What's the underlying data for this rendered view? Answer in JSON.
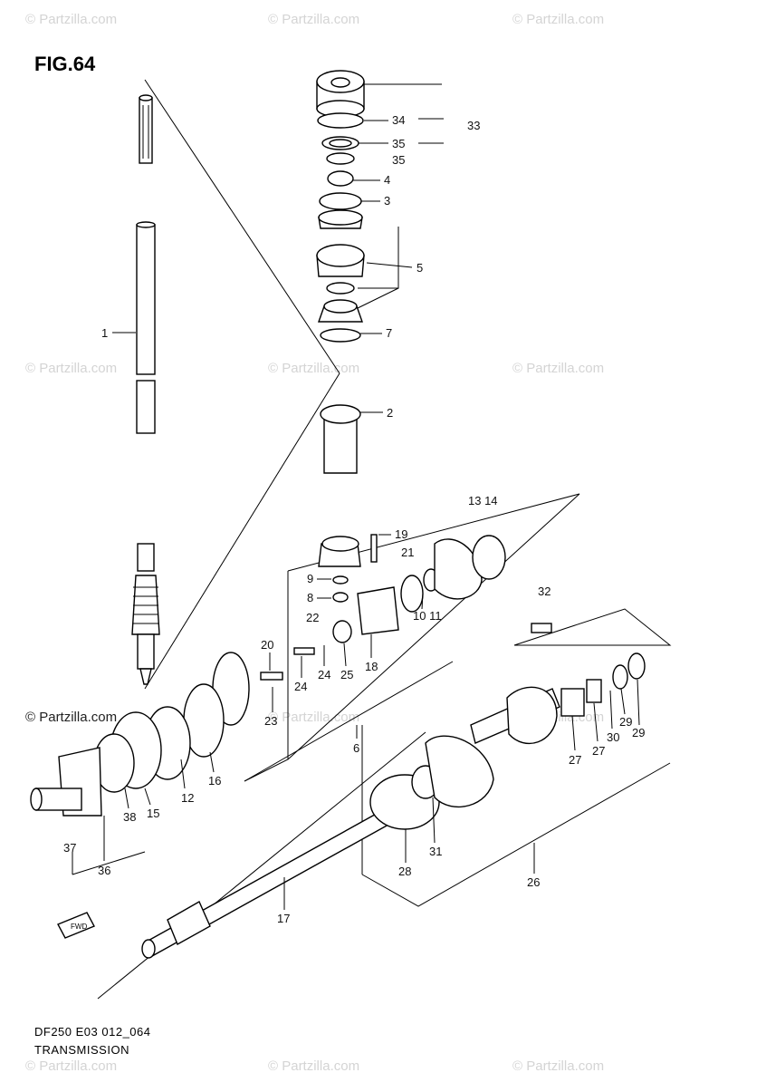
{
  "figure": {
    "title": "FIG.64",
    "model_code": "DF250 E03 012_064",
    "caption": "TRANSMISSION"
  },
  "watermark": {
    "text": "© Partzilla.com",
    "prominent_text": "© Partzilla.com"
  },
  "icons": {
    "forward_arrow": "fwd-arrow-icon",
    "forward_arrow_text": "FWD"
  },
  "callouts": [
    "1",
    "2",
    "3",
    "4",
    "5",
    "6",
    "7",
    "8",
    "9",
    "10 11",
    "12",
    "13 14",
    "15",
    "16",
    "17",
    "18",
    "19",
    "20",
    "21",
    "22",
    "23",
    "24",
    "24",
    "25",
    "26",
    "27",
    "27",
    "28",
    "29",
    "29",
    "30",
    "31",
    "32",
    "33",
    "34",
    "35",
    "35",
    "36",
    "37",
    "38"
  ]
}
